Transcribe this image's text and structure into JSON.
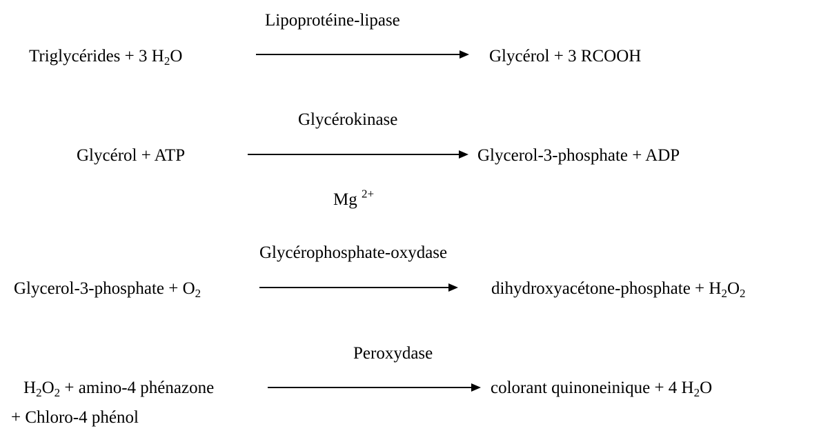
{
  "reactions": [
    {
      "enzyme": "Lipoprotéine-lipase",
      "reactant": "Triglycérides + 3 H<sub>2</sub>O",
      "product": "Glycérol + 3 RCOOH"
    },
    {
      "enzyme": "Glycérokinase",
      "reactant": "Glycérol + ATP",
      "product": "Glycerol-3-phosphate + ADP",
      "cofactor": "Mg <sup>2+</sup>"
    },
    {
      "enzyme": "Glycérophosphate-oxydase",
      "reactant": "Glycerol-3-phosphate + O<sub>2</sub>",
      "product": "dihydroxyacétone-phosphate + H<sub>2</sub>O<sub>2</sub>"
    },
    {
      "enzyme": "Peroxydase",
      "reactant": "H<sub>2</sub>O<sub>2</sub> + amino-4 phénazone",
      "reactant_line2": "+ Chloro-4 phénol",
      "product": "colorant quinoneinique + 4 H<sub>2</sub>O"
    }
  ]
}
